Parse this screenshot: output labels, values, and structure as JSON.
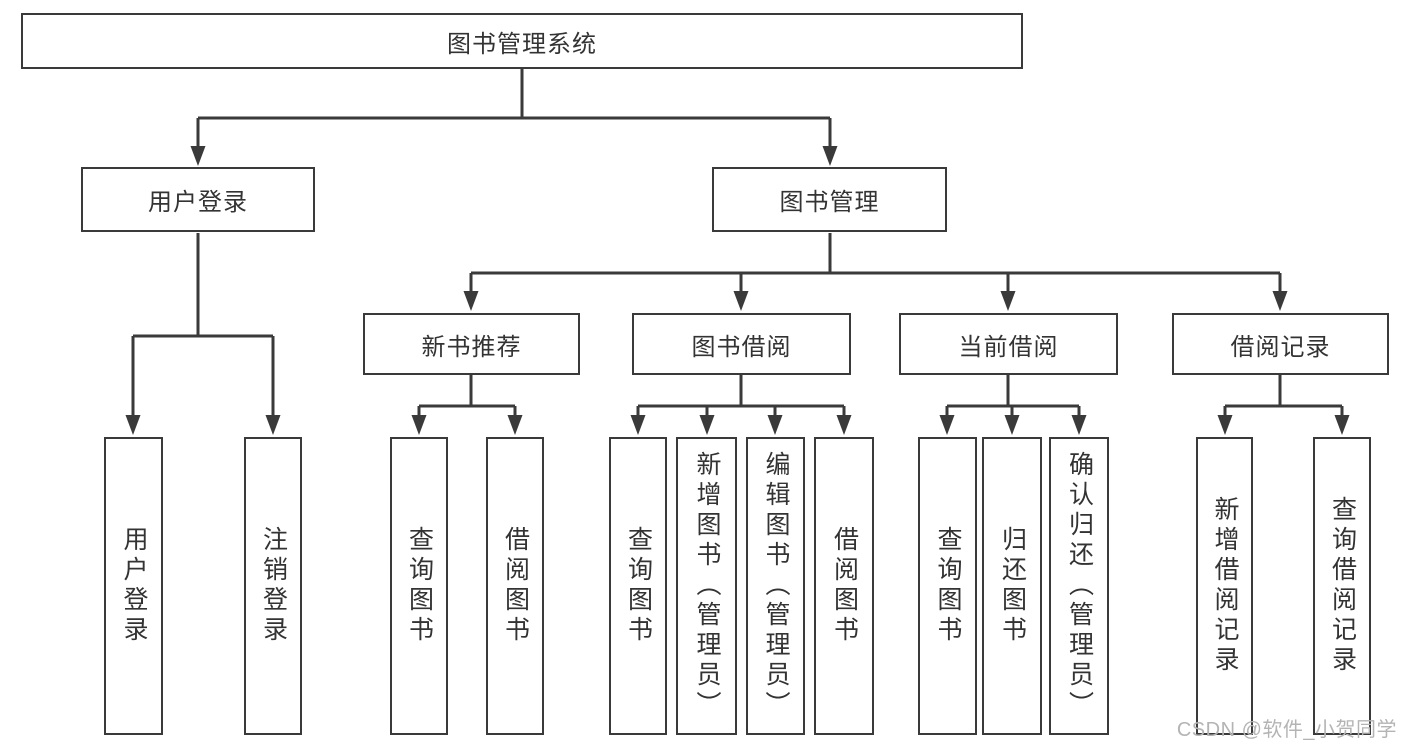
{
  "diagram_title": "图书管理系统",
  "tree": {
    "root": {
      "label": "图书管理系统"
    },
    "branches": [
      {
        "label": "用户登录",
        "children": [
          "用户登录",
          "注销登录"
        ]
      },
      {
        "label": "图书管理",
        "sections": [
          {
            "label": "新书推荐",
            "children": [
              "查询图书",
              "借阅图书"
            ]
          },
          {
            "label": "图书借阅",
            "children": [
              "查询图书",
              "新增图书（管理员）",
              "编辑图书（管理员）",
              "借阅图书"
            ]
          },
          {
            "label": "当前借阅",
            "children": [
              "查询图书",
              "归还图书",
              "确认归还（管理员）"
            ]
          },
          {
            "label": "借阅记录",
            "children": [
              "新增借阅记录",
              "查询借阅记录"
            ]
          }
        ]
      }
    ]
  },
  "watermark": "CSDN @软件_小贺同学",
  "colors": {
    "line": "#3a3a3a",
    "text": "#333333",
    "box_background": "#ffffff",
    "page_background": "#ffffff",
    "watermark": "#b4b4b4"
  }
}
